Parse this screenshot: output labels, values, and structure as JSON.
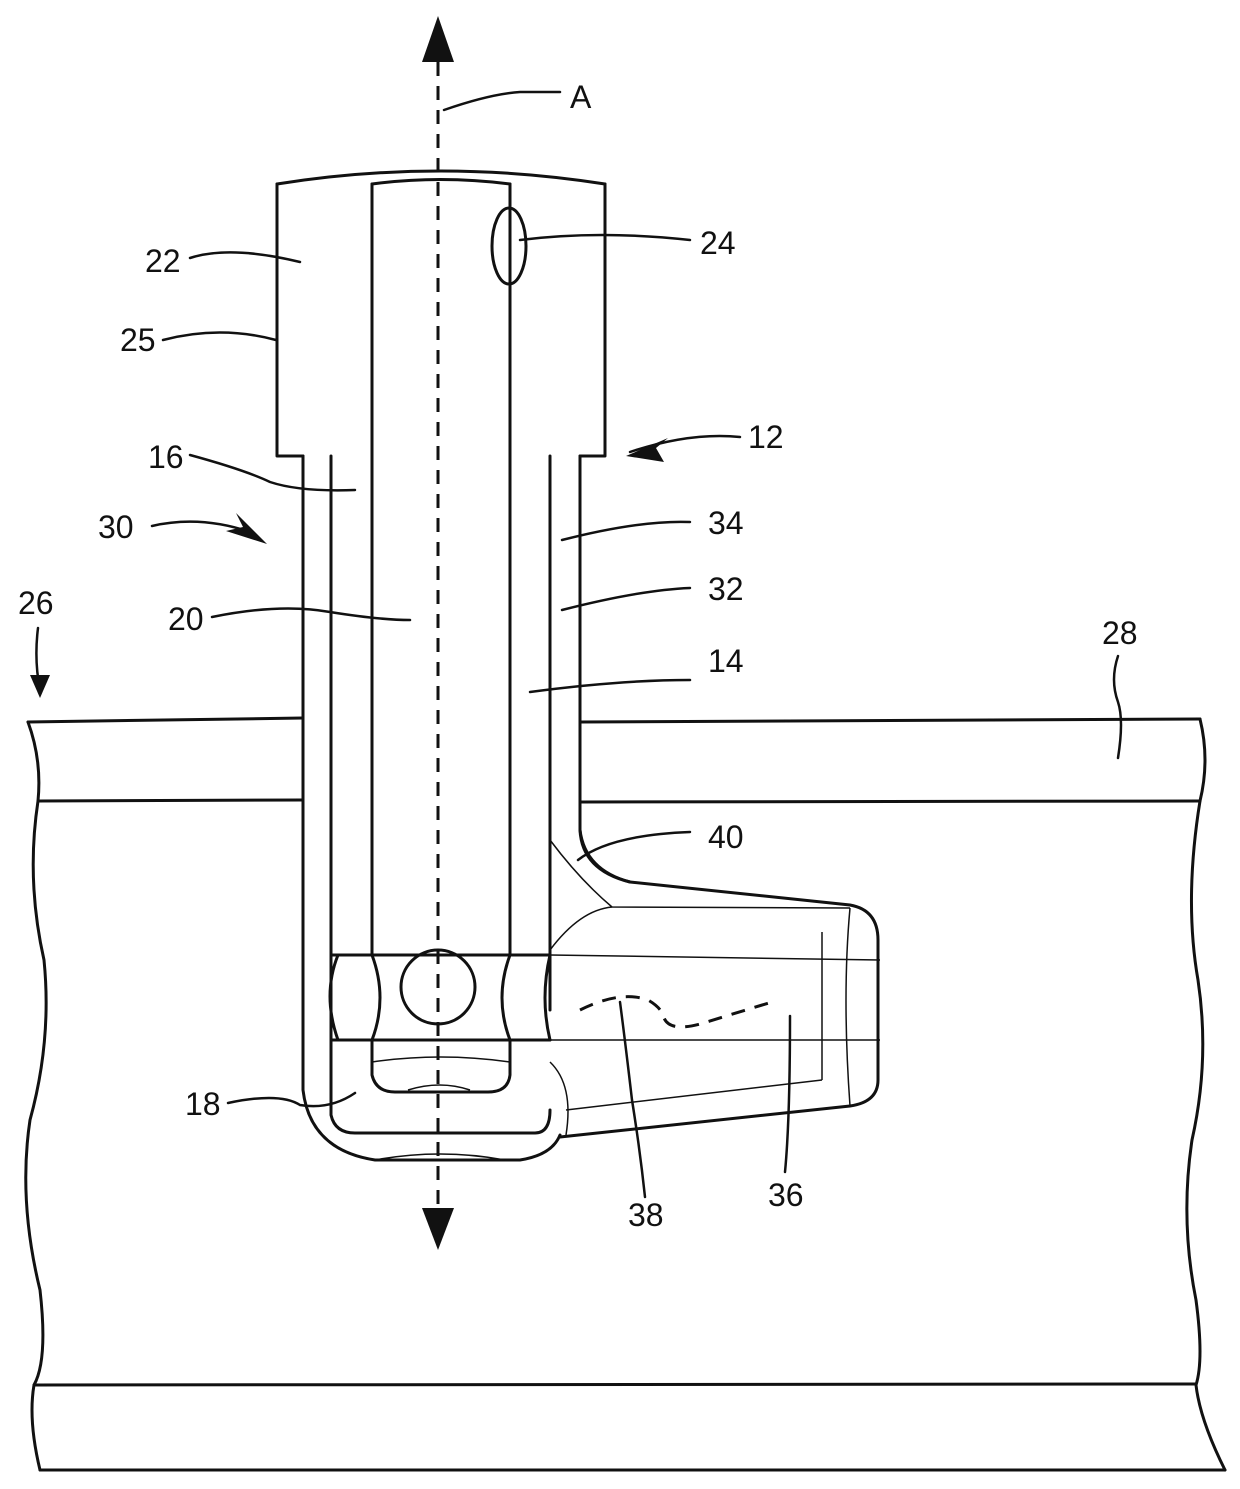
{
  "figure": {
    "labels": {
      "A": "A",
      "l12": "12",
      "l14": "14",
      "l16": "16",
      "l18": "18",
      "l20": "20",
      "l22": "22",
      "l24": "24",
      "l25": "25",
      "l26": "26",
      "l28": "28",
      "l30": "30",
      "l32": "32",
      "l34": "34",
      "l36": "36",
      "l38": "38",
      "l40": "40"
    }
  }
}
